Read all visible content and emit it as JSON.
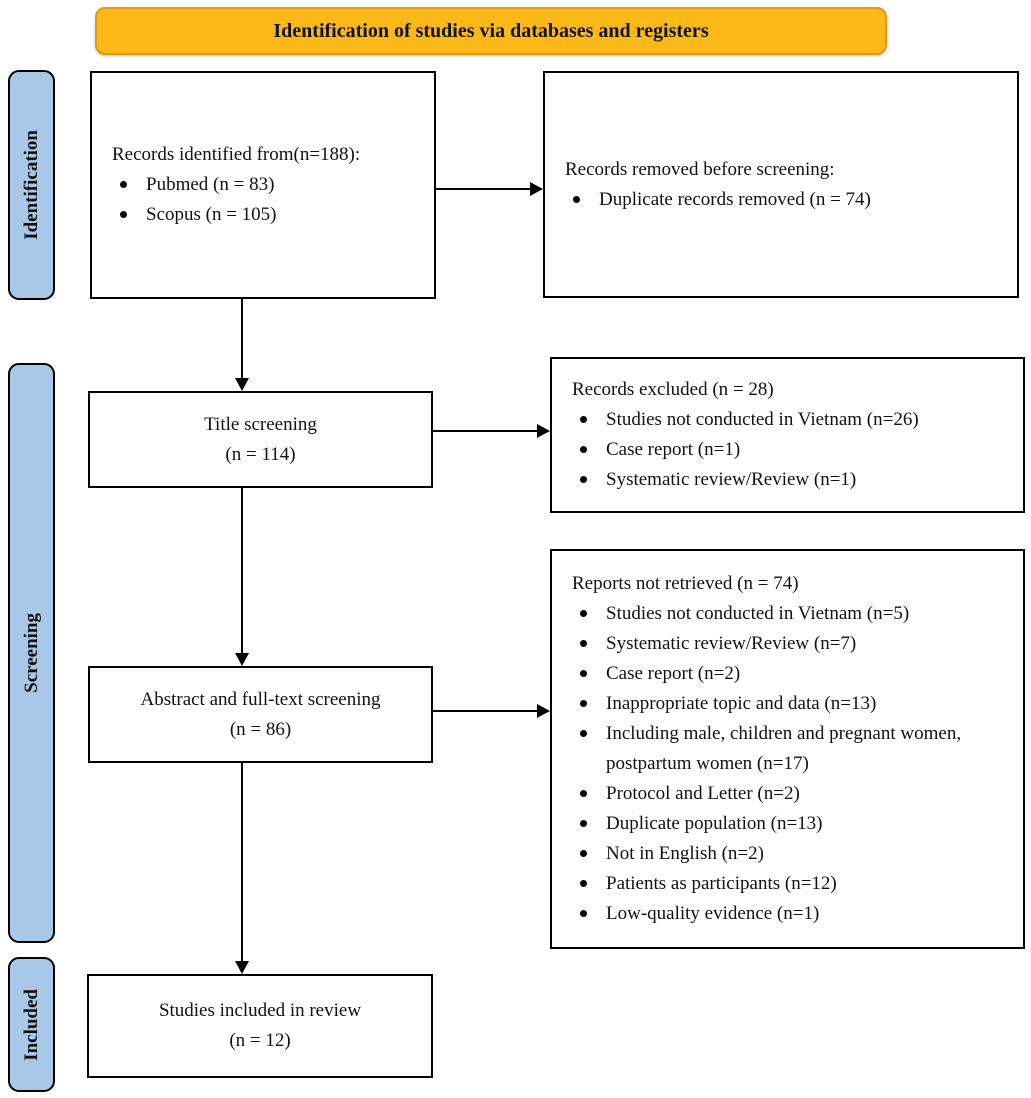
{
  "banner": {
    "title": "Identification of studies via databases and registers"
  },
  "stages": {
    "identification": "Identification",
    "screening": "Screening",
    "included": "Included"
  },
  "boxes": {
    "identified": {
      "title": "Records identified from(n=188):",
      "bullets": [
        "Pubmed (n = 83)",
        "Scopus (n = 105)"
      ]
    },
    "removed": {
      "title": "Records removed before screening:",
      "bullets": [
        "Duplicate records removed (n = 74)"
      ]
    },
    "title_screening": {
      "line1": "Title screening",
      "line2": "(n = 114)"
    },
    "records_excluded": {
      "title": "Records excluded (n = 28)",
      "bullets": [
        "Studies not conducted in Vietnam (n=26)",
        "Case report (n=1)",
        "Systematic review/Review (n=1)"
      ]
    },
    "abstract_screening": {
      "line1": "Abstract and full-text screening",
      "line2": "(n = 86)"
    },
    "reports_not_retrieved": {
      "title": "Reports not retrieved (n = 74)",
      "bullets": [
        "Studies not conducted in Vietnam (n=5)",
        "Systematic review/Review (n=7)",
        "Case report (n=2)",
        "Inappropriate topic and data (n=13)",
        "Including male, children and pregnant women, postpartum women (n=17)",
        "Protocol and Letter (n=2)",
        "Duplicate population (n=13)",
        "Not in English (n=2)",
        "Patients as participants (n=12)",
        "Low-quality evidence (n=1)"
      ]
    },
    "included_box": {
      "line1": "Studies included in review",
      "line2": "(n = 12)"
    }
  },
  "colors": {
    "banner_fill": "#FBB917",
    "banner_border": "#DE9A10",
    "stage_fill": "#A9C8E8",
    "box_border": "#000000"
  }
}
